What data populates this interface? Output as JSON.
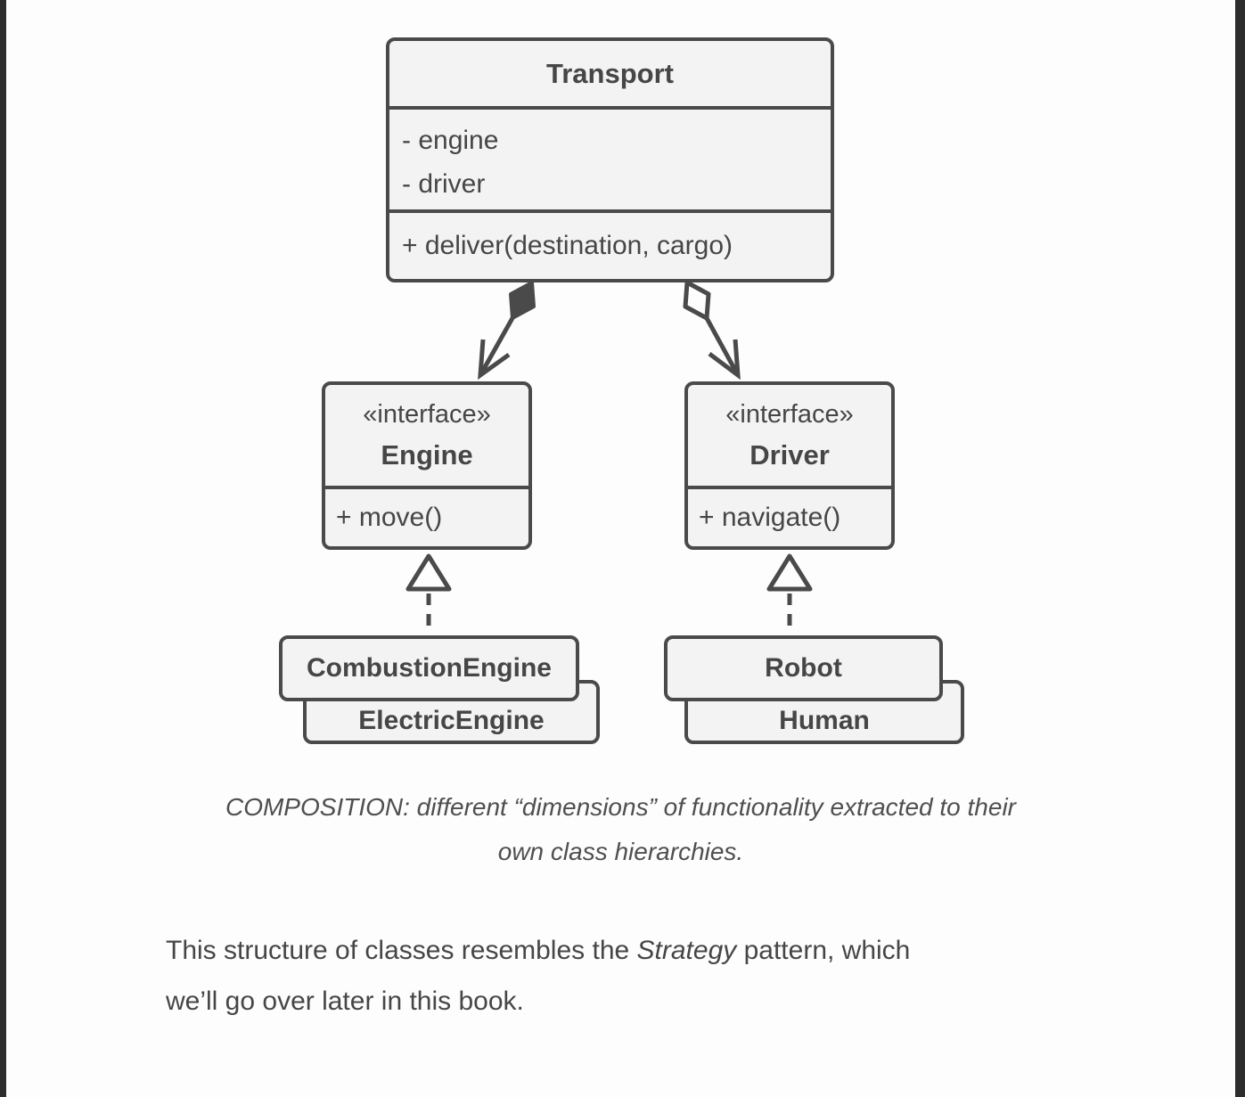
{
  "diagram": {
    "transport": {
      "title": "Transport",
      "fields": [
        "- engine",
        "- driver"
      ],
      "methods": [
        "+ deliver(destination, cargo)"
      ]
    },
    "engine": {
      "stereotype": "«interface»",
      "name": "Engine",
      "methods": [
        "+ move()"
      ]
    },
    "driver": {
      "stereotype": "«interface»",
      "name": "Driver",
      "methods": [
        "+ navigate()"
      ]
    },
    "engine_implementations": {
      "front": "CombustionEngine",
      "back": "ElectricEngine"
    },
    "driver_implementations": {
      "front": "Robot",
      "back": "Human"
    },
    "icons": {
      "composition": "filled-diamond-arrow",
      "aggregation": "hollow-diamond-arrow",
      "realization": "dashed-line-hollow-triangle-arrow"
    }
  },
  "caption": {
    "lines": [
      "COMPOSITION: different “dimensions” of functionality extracted to their",
      "own class hierarchies."
    ]
  },
  "paragraph": {
    "line1_before": "This structure of classes resembles the ",
    "line1_emphasis": "Strategy",
    "line1_after": " pattern, which",
    "line2": "we’ll go over later in this book."
  },
  "colors": {
    "frame": "#2d2d2d",
    "page_background": "#fdfdfd",
    "box_fill": "#f3f3f3",
    "stroke": "#4a4a4a",
    "text": "#464646",
    "caption_text": "#4f4f4f"
  }
}
